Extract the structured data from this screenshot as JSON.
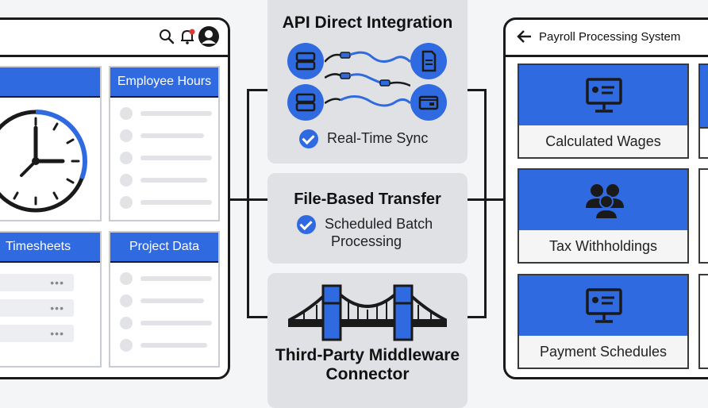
{
  "left_app": {
    "cards": {
      "employee_hours": "Employee Hours",
      "timesheets": "Timesheets",
      "project_data": "Project Data"
    },
    "row_more": "•••"
  },
  "integrations": {
    "api": {
      "title": "API Direct Integration",
      "feature": "Real-Time Sync"
    },
    "file": {
      "title": "File-Based Transfer",
      "feature_line1": "Scheduled Batch",
      "feature_line2": "Processing"
    },
    "middleware": {
      "title_line1": "Third-Party Middleware",
      "title_line2": "Connector"
    }
  },
  "right_app": {
    "title": "Payroll Processing System",
    "cards": {
      "wages": "Calculated Wages",
      "tax": "Tax Withholdings",
      "payment": "Payment Schedules"
    }
  },
  "colors": {
    "accent": "#2f6ae0",
    "outline": "#1a1a1a",
    "panel": "#dfe1e4"
  },
  "icons": [
    "search-icon",
    "bell-icon",
    "avatar-icon",
    "clock-icon",
    "back-arrow-icon",
    "server-icon",
    "document-icon",
    "card-icon",
    "cable-icon",
    "bridge-icon",
    "monitor-icon",
    "people-icon",
    "check-icon"
  ]
}
